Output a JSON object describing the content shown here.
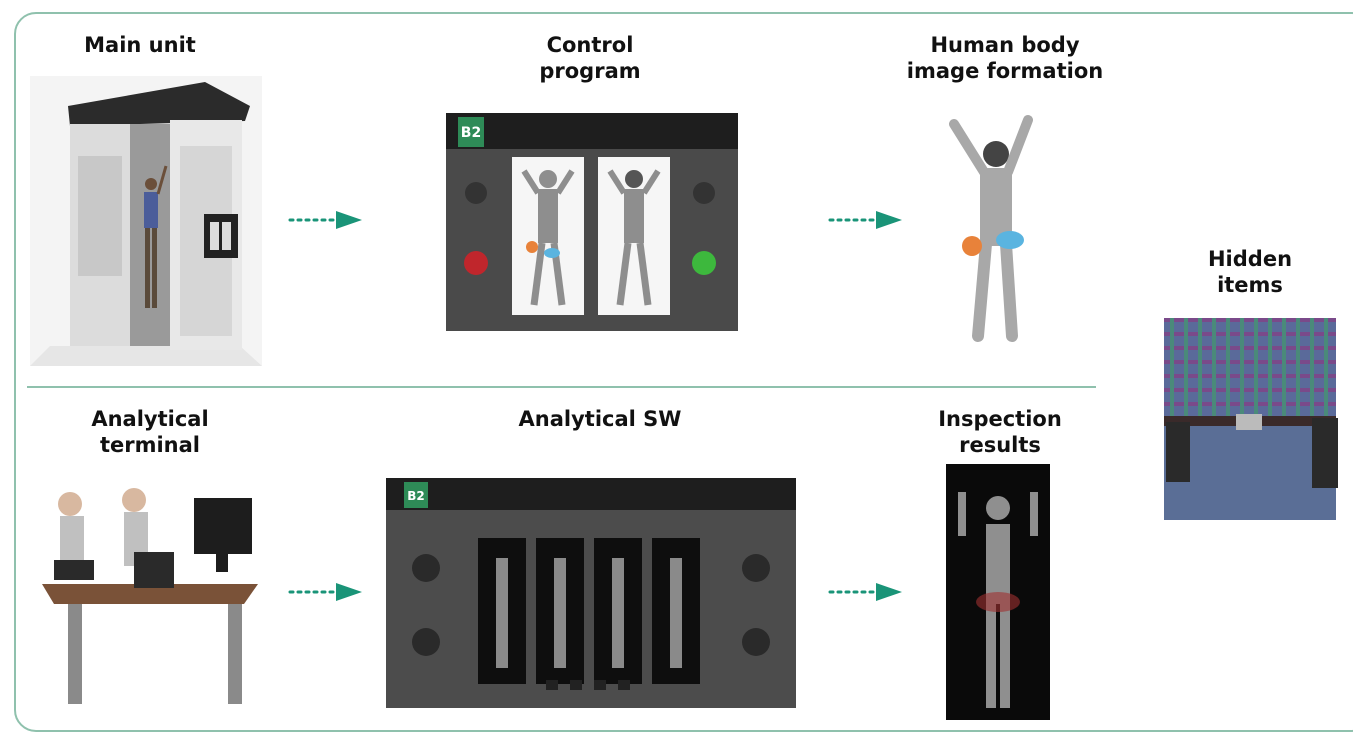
{
  "labels": {
    "main_unit": "Main unit",
    "control_program": "Control\nprogram",
    "human_body": "Human body\nimage formation",
    "hidden_items": "Hidden\nitems",
    "analytical_terminal": "Analytical\nterminal",
    "analytical_sw": "Analytical SW",
    "inspection_results": "Inspection\nresults"
  },
  "logo_text": "B2",
  "colors": {
    "border": "#8fc1ad",
    "arrow": "#1a9478",
    "logo": "#2e8b57",
    "panel": "#3a3a3a"
  }
}
